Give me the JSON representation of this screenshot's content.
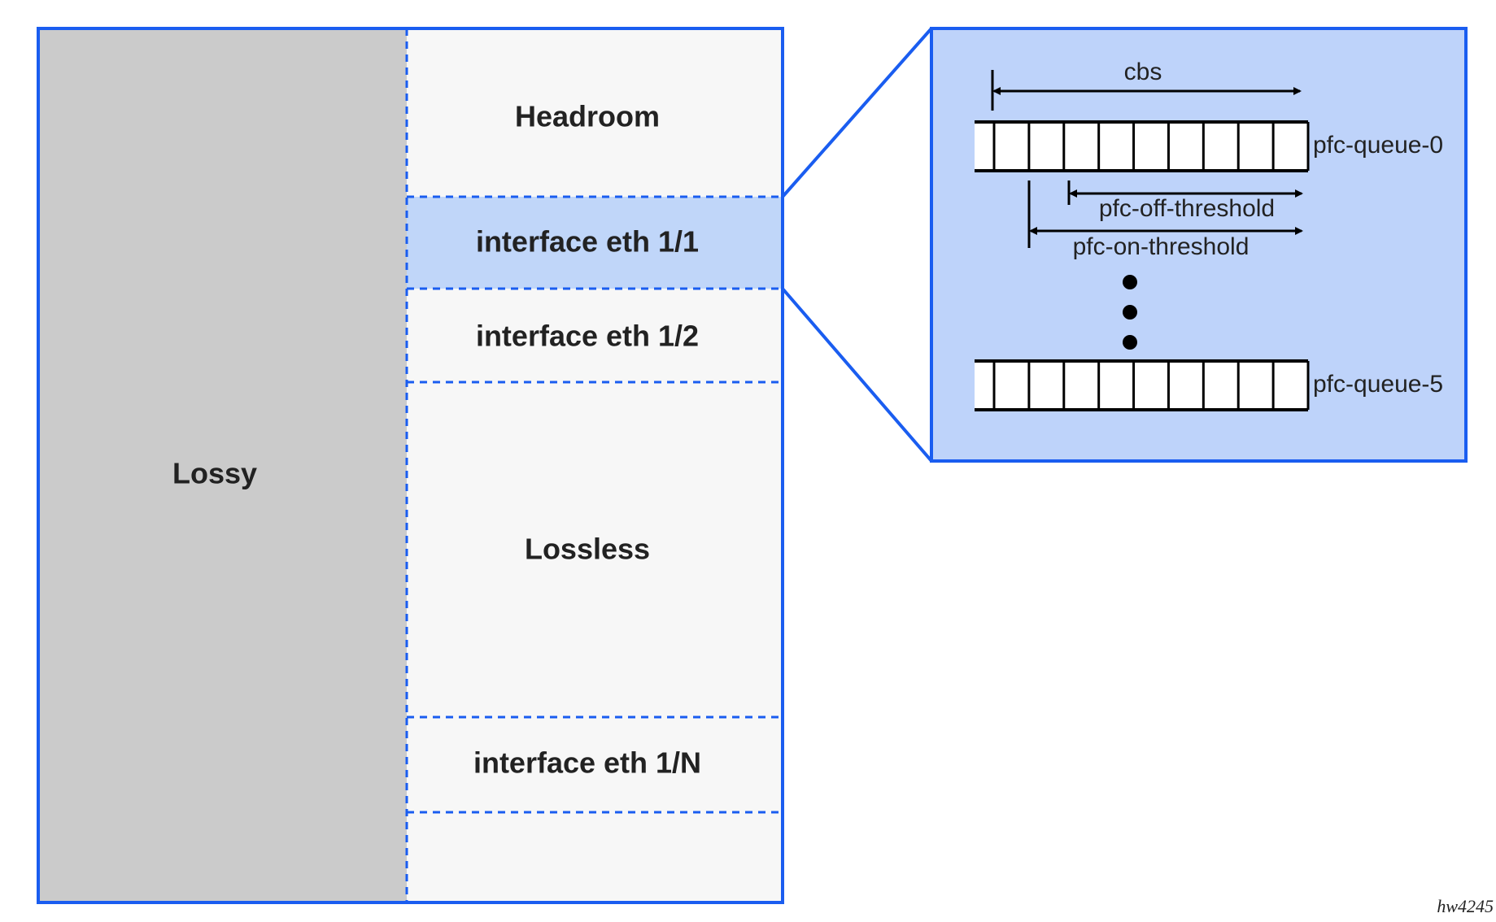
{
  "colors": {
    "border": "#1a5df0",
    "lossy_fill": "#cbcbcb",
    "panel_fill": "#f7f7f7",
    "highlight_fill": "#c0d6f9",
    "zoom_fill": "#bed3fa",
    "ink": "#000000"
  },
  "buffer": {
    "lossy_label": "Lossy",
    "headroom_label": "Headroom",
    "interface_1_label": "interface eth 1/1",
    "interface_2_label": "interface eth 1/2",
    "lossless_label": "Lossless",
    "interface_n_label": "interface eth 1/N"
  },
  "queues": {
    "cbs_label": "cbs",
    "queue_top_label": "pfc-queue-0",
    "off_threshold_label": "pfc-off-threshold",
    "on_threshold_label": "pfc-on-threshold",
    "queue_bottom_label": "pfc-queue-5",
    "cells_per_queue": 9
  },
  "figure_id": "hw4245"
}
